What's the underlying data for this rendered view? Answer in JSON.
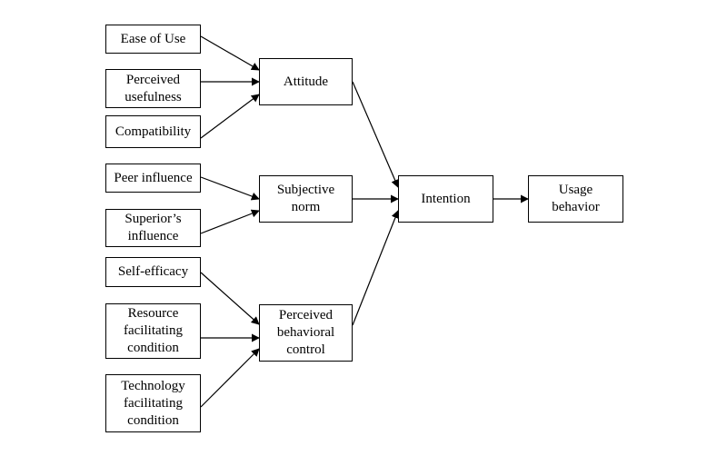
{
  "nodes": {
    "ease_of_use": "Ease of Use",
    "perceived_usefulness": "Perceived\nusefulness",
    "compatibility": "Compatibility",
    "peer_influence": "Peer influence",
    "superiors_influence": "Superior’s\ninfluence",
    "self_efficacy": "Self-efficacy",
    "resource_facilitating_condition": "Resource\nfacilitating\ncondition",
    "technology_facilitating_condition": "Technology\nfacilitating\ncondition",
    "attitude": "Attitude",
    "subjective_norm": "Subjective\nnorm",
    "perceived_behavioral_control": "Perceived\nbehavioral\ncontrol",
    "intention": "Intention",
    "usage_behavior": "Usage\nbehavior"
  },
  "edges": [
    [
      "ease_of_use",
      "attitude"
    ],
    [
      "perceived_usefulness",
      "attitude"
    ],
    [
      "compatibility",
      "attitude"
    ],
    [
      "peer_influence",
      "subjective_norm"
    ],
    [
      "superiors_influence",
      "subjective_norm"
    ],
    [
      "self_efficacy",
      "perceived_behavioral_control"
    ],
    [
      "resource_facilitating_condition",
      "perceived_behavioral_control"
    ],
    [
      "technology_facilitating_condition",
      "perceived_behavioral_control"
    ],
    [
      "attitude",
      "intention"
    ],
    [
      "subjective_norm",
      "intention"
    ],
    [
      "perceived_behavioral_control",
      "intention"
    ],
    [
      "intention",
      "usage_behavior"
    ]
  ],
  "colors": {
    "line": "#000000",
    "box_border": "#000000",
    "background": "#ffffff"
  }
}
